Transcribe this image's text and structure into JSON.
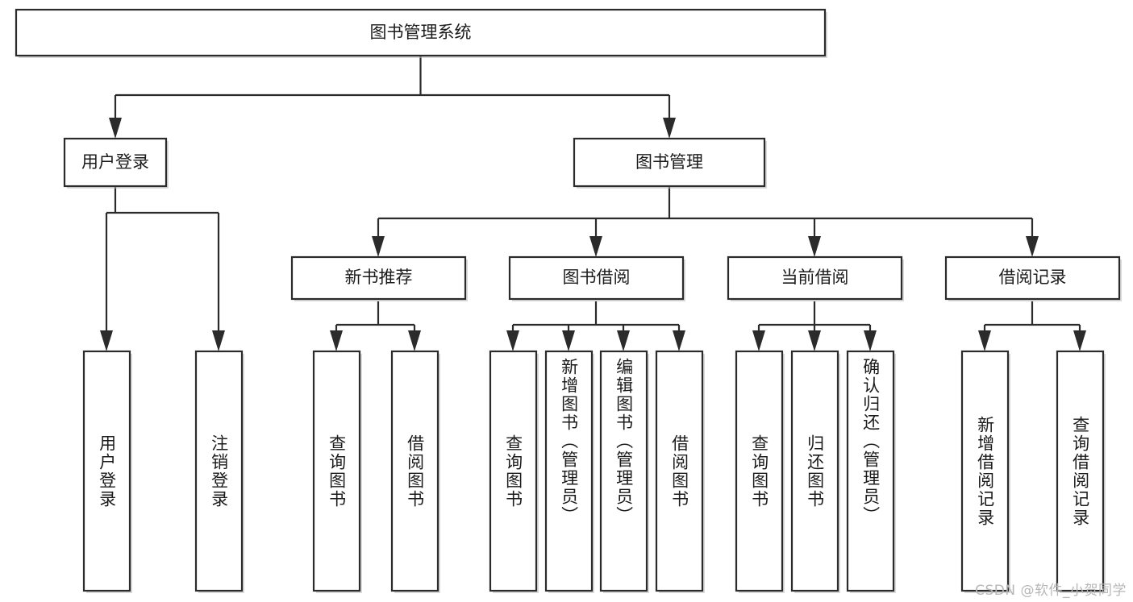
{
  "diagram": {
    "title": "图书管理系统",
    "type": "tree-hierarchy-diagram",
    "colors": {
      "stroke": "#2b2b2b",
      "fill": "#ffffff",
      "text": "#1b1b1b",
      "background": "#ffffff",
      "watermark": "#b7b7b7"
    },
    "root": {
      "label": "图书管理系统"
    },
    "level2": [
      {
        "label": "用户登录"
      },
      {
        "label": "图书管理"
      }
    ],
    "level3": [
      {
        "label": "新书推荐"
      },
      {
        "label": "图书借阅"
      },
      {
        "label": "当前借阅"
      },
      {
        "label": "借阅记录"
      }
    ],
    "leaves": {
      "user_login": [
        {
          "label": "用户登录"
        },
        {
          "label": "注销登录"
        }
      ],
      "new_book_recommend": [
        {
          "label": "查询图书"
        },
        {
          "label": "借阅图书"
        }
      ],
      "book_borrow": [
        {
          "label": "查询图书"
        },
        {
          "label": "新增图书（管理员）"
        },
        {
          "label": "编辑图书（管理员）"
        },
        {
          "label": "借阅图书"
        }
      ],
      "current_borrow": [
        {
          "label": "查询图书"
        },
        {
          "label": "归还图书"
        },
        {
          "label": "确认归还（管理员）"
        }
      ],
      "borrow_record": [
        {
          "label": "新增借阅记录"
        },
        {
          "label": "查询借阅记录"
        }
      ]
    },
    "watermark": "CSDN @软件_小贺同学"
  }
}
